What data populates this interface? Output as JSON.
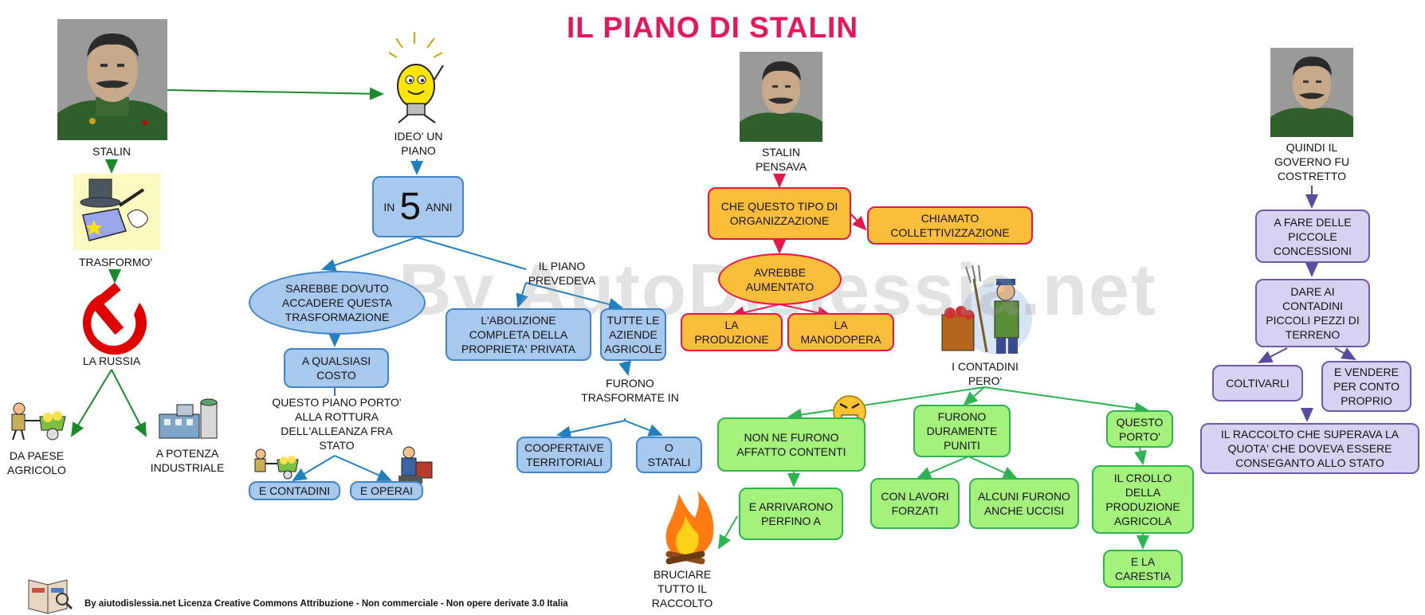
{
  "title": "IL PIANO DI STALIN",
  "watermark": "By AutoDislessia.net",
  "footer": "By aiutodislessia.net Licenza Creative Commons Attribuzione - Non commerciale - Non opere derivate 3.0 Italia",
  "colors": {
    "title": "#e8155a",
    "blue_fill": "#a8c9ee",
    "blue_border": "#3f85c7",
    "orange_fill": "#fbbe3b",
    "orange_border": "#e8154a",
    "green_fill": "#a4f17b",
    "green_border": "#2db34f",
    "purple_fill": "#d7d2f2",
    "purple_border": "#6f5aa8",
    "arrow_dark_green": "#1a8a2a",
    "arrow_blue": "#1f7fbf",
    "arrow_red": "#e8154a",
    "arrow_green": "#2db34f",
    "arrow_purple": "#5b4aa0"
  },
  "section1": {
    "stalin": "STALIN",
    "trasformo": "TRASFORMO'",
    "la_russia": "LA RUSSIA",
    "da_paese_agricolo": "DA PAESE AGRICOLO",
    "a_potenza_industriale": "A POTENZA INDUSTRIALE"
  },
  "section2": {
    "ideo_un_piano": "IDEO' UN PIANO",
    "in": "IN",
    "five": "5",
    "anni": "ANNI",
    "sarebbe_dovuto": "SAREBBE DOVUTO ACCADERE QUESTA TRASFORMAZIONE",
    "a_qualsiasi_costo": "A QUALSIASI COSTO",
    "questo_piano_porto": "QUESTO PIANO PORTO' ALLA ROTTURA DELL'ALLEANZA FRA STATO",
    "e_contadini": "E CONTADINI",
    "e_operai": "E OPERAI",
    "il_piano_prevedeva": "IL PIANO PREVEDEVA",
    "abolizione": "L'ABOLIZIONE COMPLETA DELLA PROPRIETA' PRIVATA",
    "tutte_le_aziende": "TUTTE LE AZIENDE AGRICOLE",
    "furono_trasformate": "FURONO TRASFORMATE IN",
    "coopertaive": "COOPERTAIVE TERRITORIALI",
    "o_statali": "O STATALI"
  },
  "section3": {
    "stalin_pensava": "STALIN PENSAVA",
    "che_questo_tipo": "CHE QUESTO TIPO DI ORGANIZZAZIONE",
    "chiamato": "CHIAMATO COLLETTIVIZZAZIONE",
    "avrebbe_aumentato": "AVREBBE AUMENTATO",
    "la_produzione": "LA PRODUZIONE",
    "la_manodopera": "LA MANODOPERA",
    "contadini_pero": "I CONTADINI PERO'",
    "non_ne_furono": "NON NE FURONO AFFATTO CONTENTI",
    "e_arrivarono": "E ARRIVARONO PERFINO A",
    "bruciare": "BRUCIARE TUTTO IL RACCOLTO",
    "furono_duramente": "FURONO DURAMENTE PUNITI",
    "con_lavori_forzati": "CON LAVORI FORZATI",
    "alcuni_uccisi": "ALCUNI FURONO ANCHE UCCISI",
    "questo_porto": "QUESTO PORTO'",
    "il_crollo": "IL CROLLO DELLA PRODUZIONE AGRICOLA",
    "e_la_carestia": "E LA CARESTIA"
  },
  "section4": {
    "quindi_il_governo": "QUINDI IL GOVERNO FU COSTRETTO",
    "a_fare_concessioni": "A FARE DELLE PICCOLE CONCESSIONI",
    "dare_ai_contadini": "DARE AI CONTADINI PICCOLI PEZZI DI TERRENO",
    "coltivarli": "COLTIVARLI",
    "e_vendere": "E VENDERE PER CONTO PROPRIO",
    "il_raccolto": "IL RACCOLTO CHE SUPERAVA LA QUOTA' CHE DOVEVA ESSERE CONSEGANTO ALLO STATO"
  },
  "icons": [
    "portrait-icon",
    "lightbulb-icon",
    "magic-hat-icon",
    "hammer-sickle-icon",
    "farmer-cart-icon",
    "factory-icon",
    "worker-icon",
    "angry-face-icon",
    "fire-icon",
    "farmer-icon",
    "book-icon"
  ]
}
